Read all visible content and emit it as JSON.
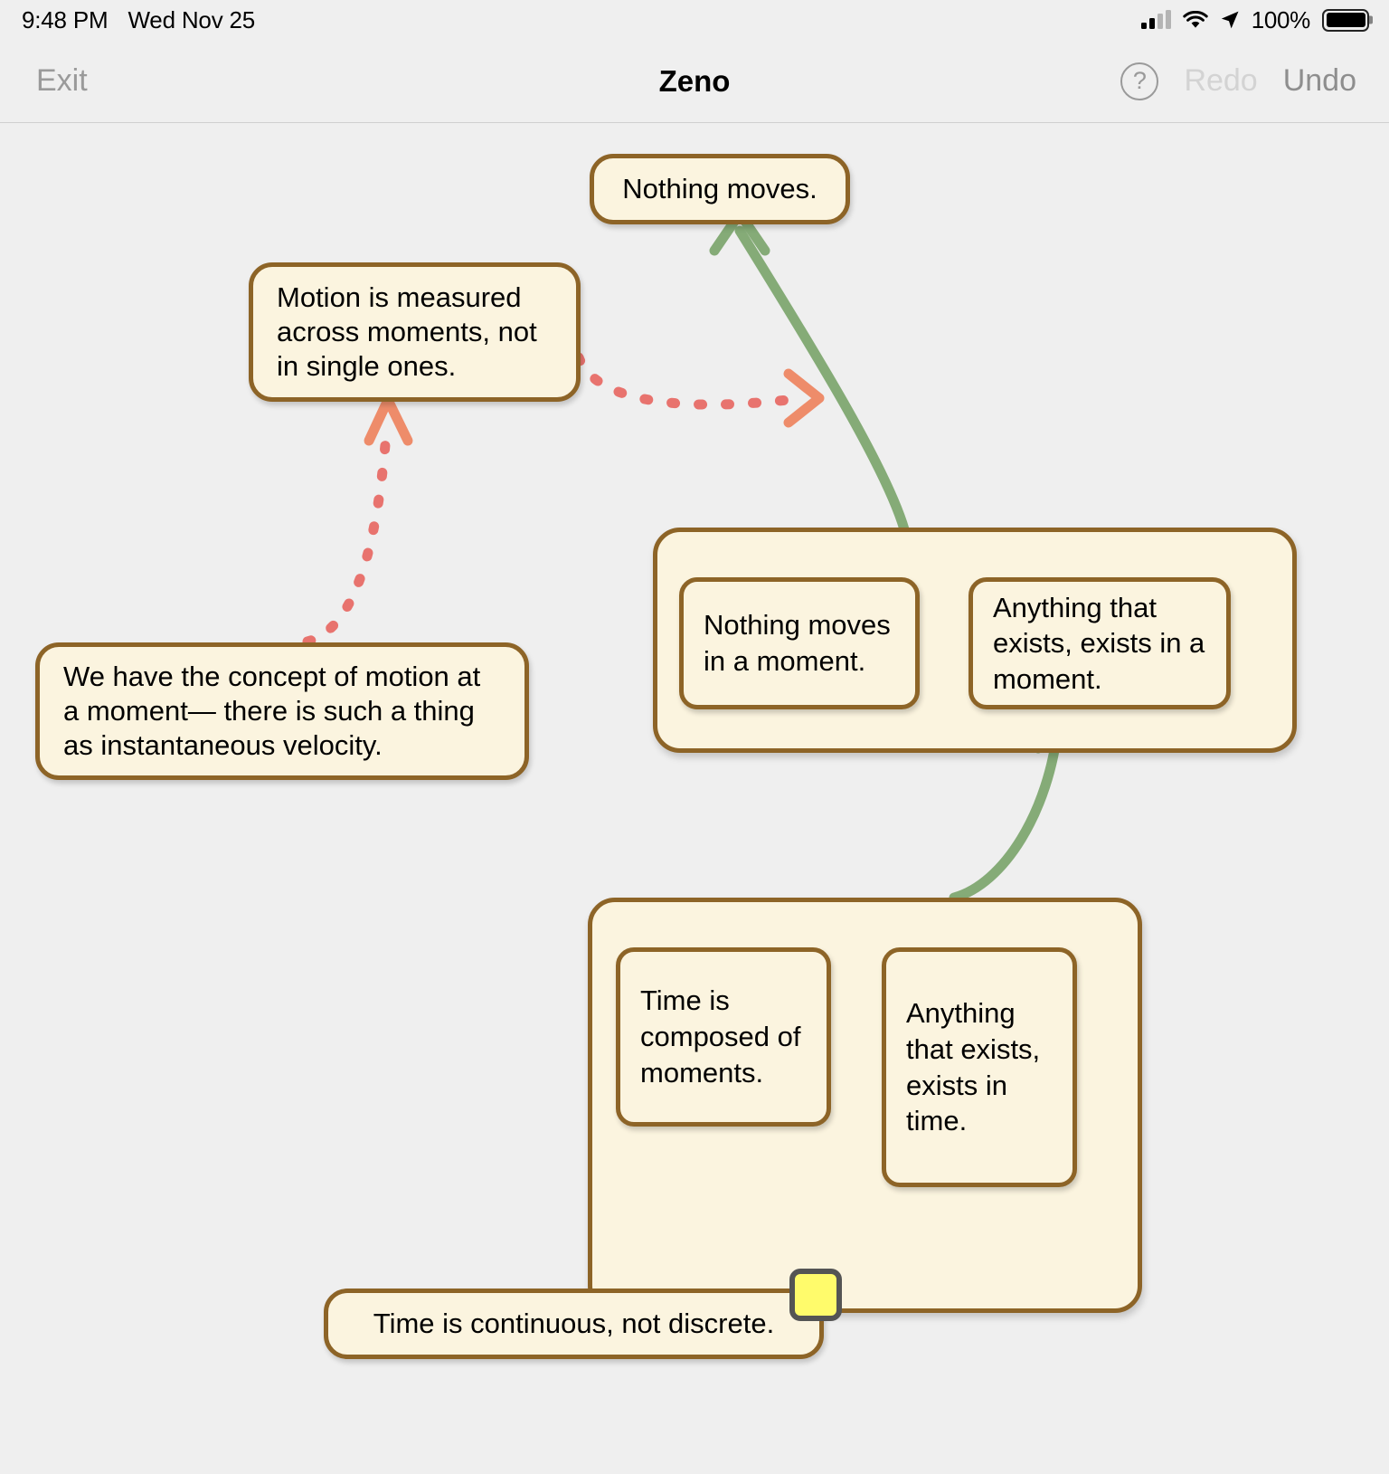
{
  "status_bar": {
    "time": "9:48 PM",
    "date": "Wed Nov 25",
    "battery_percent": "100%",
    "icons": [
      "cellular-signal-icon",
      "wifi-icon",
      "location-arrow-icon",
      "battery-icon"
    ]
  },
  "nav_bar": {
    "exit_label": "Exit",
    "title": "Zeno",
    "help_label": "?",
    "redo_label": "Redo",
    "undo_label": "Undo",
    "redo_enabled": false,
    "undo_enabled": true
  },
  "colors": {
    "canvas_background": "#EFEFEF",
    "node_fill": "#FBF4DF",
    "node_border": "#8D6427",
    "support_arrow": "#85AB77",
    "objection_arrow": "#E8736E",
    "objection_arrowhead": "#EE8C6A",
    "handle_fill": "#FFFB6B",
    "handle_border": "#545454"
  },
  "graph": {
    "nodes": [
      {
        "id": "nothing-moves",
        "text": "Nothing moves."
      },
      {
        "id": "motion-measured",
        "text": "Motion is measured across moments, not in single ones."
      },
      {
        "id": "concept-of-motion",
        "text": "We have the concept of motion at a moment— there is such a thing as instantaneous velocity."
      },
      {
        "id": "time-continuous",
        "text": "Time is continuous, not discrete."
      }
    ],
    "groups": [
      {
        "id": "moment-group",
        "children": [
          {
            "id": "nothing-moves-in-a-moment",
            "text": "Nothing moves in a moment."
          },
          {
            "id": "exists-in-a-moment",
            "text": "Anything that exists, exists in a moment."
          }
        ]
      },
      {
        "id": "time-group",
        "children": [
          {
            "id": "time-composed-of-moments",
            "text": "Time is composed of moments."
          },
          {
            "id": "exists-in-time",
            "text": "Anything that exists, exists in time."
          }
        ]
      }
    ],
    "edges": [
      {
        "id": "edge-support-moment-group-to-nothing-moves",
        "kind": "support",
        "style": "solid-green-arrow",
        "from": "moment-group",
        "to": "nothing-moves"
      },
      {
        "id": "edge-support-time-group-to-exists-in-a-moment",
        "kind": "support",
        "style": "solid-green-arrow",
        "from": "time-group",
        "to": "exists-in-a-moment"
      },
      {
        "id": "edge-objection-motion-measured-to-moment-group",
        "kind": "objection",
        "style": "dashed-red-arrow",
        "from": "motion-measured",
        "to": "moment-group"
      },
      {
        "id": "edge-objection-concept-of-motion-to-motion-measured",
        "kind": "objection",
        "style": "dashed-red-arrow",
        "from": "concept-of-motion",
        "to": "motion-measured"
      },
      {
        "id": "edge-objection-time-continuous-to-time-composed",
        "kind": "objection",
        "style": "dashed-red-arrow",
        "from": "time-continuous",
        "to": "time-composed-of-moments"
      }
    ]
  },
  "drag_handle": {
    "label": ""
  }
}
